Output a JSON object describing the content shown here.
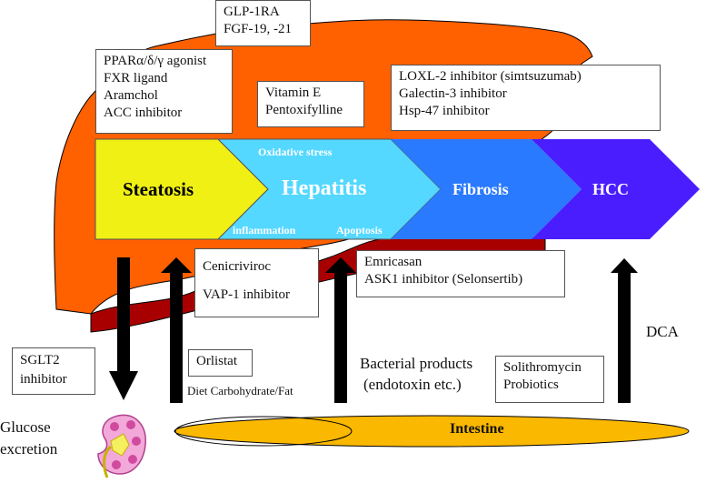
{
  "diagram": {
    "title": "NAFLD/NASH progression and therapeutic targets",
    "colors": {
      "liver": "#ff6000",
      "liver_shadow": "#a80000",
      "steatosis": "#f0f014",
      "hepatitis": "#55d8ff",
      "fibrosis": "#2a7aff",
      "hcc": "#4a1dff",
      "intestine": "#fbb800",
      "arrow": "#000000"
    },
    "stages": [
      {
        "name": "Steatosis"
      },
      {
        "name": "Hepatitis"
      },
      {
        "name": "Fibrosis"
      },
      {
        "name": "HCC"
      }
    ],
    "stage_annotations": {
      "oxidative_stress": "Oxidative stress",
      "inflammation": "inflammation",
      "apoptosis": "Apoptosis"
    },
    "drug_boxes": {
      "glp1": [
        "GLP-1RA",
        "FGF-19, -21"
      ],
      "ppar": [
        "PPARα/δ/γ agonist",
        "FXR ligand",
        "Aramchol",
        "ACC inhibitor"
      ],
      "vitamin_e": [
        "Vitamin E",
        "Pentoxifylline"
      ],
      "loxl2": [
        "LOXL-2 inhibitor (simtsuzumab)",
        "Galectin-3 inhibitor",
        "Hsp-47 inhibitor"
      ],
      "cenicriviroc": [
        "Cenicriviroc",
        "VAP-1 inhibitor"
      ],
      "emricasan": [
        "Emricasan",
        "ASK1 inhibitor (Selonsertib)"
      ],
      "sglt2": [
        "SGLT2",
        "inhibitor"
      ],
      "orlistat": [
        "Orlistat"
      ],
      "solithromycin": [
        "Solithromycin",
        "Probiotics"
      ]
    },
    "labels": {
      "diet": "Diet Carbohydrate/Fat",
      "bacterial_line1": "Bacterial products",
      "bacterial_line2": "(endotoxin etc.)",
      "dca": "DCA",
      "glucose_line1": "Glucose",
      "glucose_line2": "excretion",
      "intestine": "Intestine"
    },
    "icons": {
      "kidney": "kidney-icon",
      "arrow_down": "arrow-down-icon",
      "arrow_up": "arrow-up-icon"
    }
  }
}
